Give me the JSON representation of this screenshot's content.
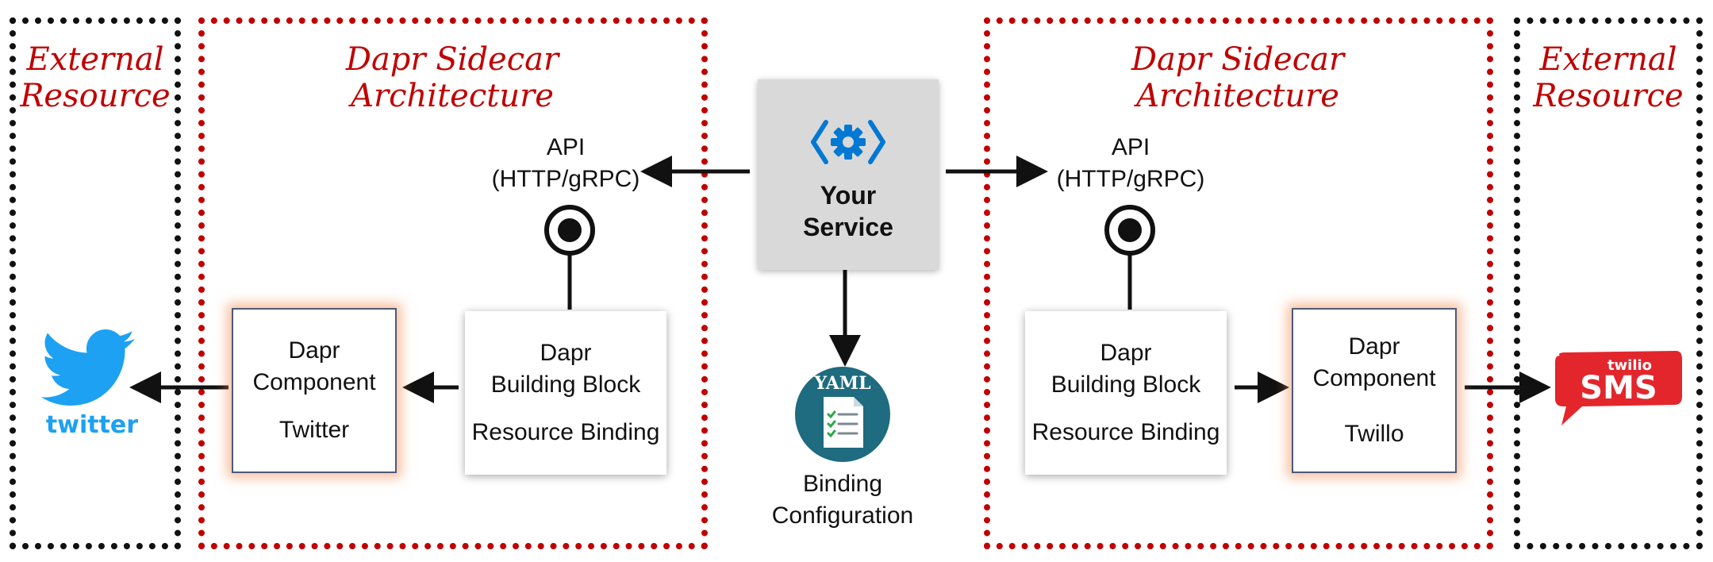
{
  "left": {
    "external_title": "External\nResource",
    "sidecar_title": "Dapr Sidecar\nArchitecture",
    "api_label": "API\n(HTTP/gRPC)",
    "building_block": {
      "line1": "Dapr",
      "line2": "Building Block",
      "line3": "Resource Binding"
    },
    "component": {
      "line1": "Dapr",
      "line2": "Component",
      "line3": "Twitter"
    },
    "logo_text": "twitter"
  },
  "right": {
    "external_title": "External\nResource",
    "sidecar_title": "Dapr Sidecar\nArchitecture",
    "api_label": "API\n(HTTP/gRPC)",
    "building_block": {
      "line1": "Dapr",
      "line2": "Building Block",
      "line3": "Resource Binding"
    },
    "component": {
      "line1": "Dapr",
      "line2": "Component",
      "line3": "Twillo"
    },
    "logo_small": "twilio",
    "logo_big": "SMS"
  },
  "center": {
    "service_name": "Your\nService",
    "yaml_label": "YAML",
    "config_label": "Binding\nConfiguration"
  },
  "colors": {
    "sidecar_border": "#c00000",
    "external_border": "#111111",
    "title_text": "#c00000",
    "service_fill": "#d9d9d9",
    "api_icon_blue": "#0078d4",
    "twitter_blue": "#1da1f2",
    "yaml_teal": "#1f6b7f",
    "twilio_red": "#e3262c"
  }
}
